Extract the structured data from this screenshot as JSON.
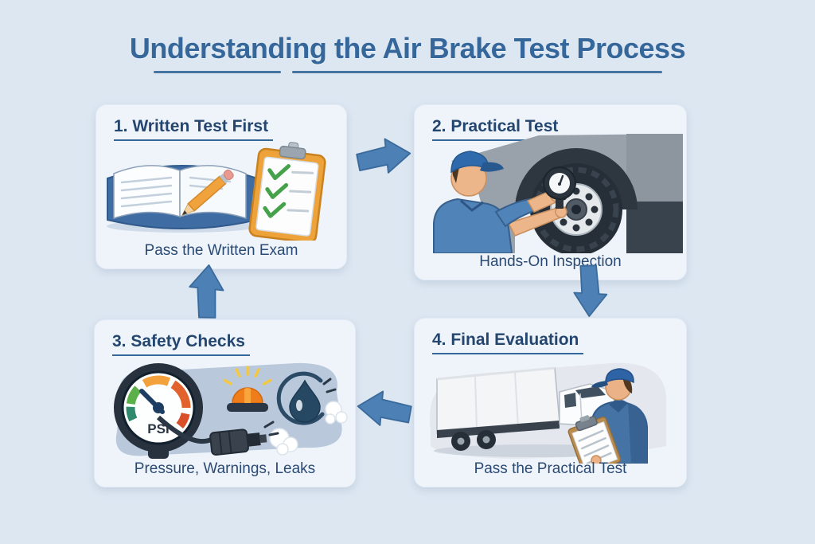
{
  "title": "Understanding the Air Brake Test Process",
  "steps": [
    {
      "heading": "1. Written Test First",
      "caption": "Pass the Written Exam",
      "illustration": "open-book-pencil-and-checklist-clipboard"
    },
    {
      "heading": "2. Practical Test",
      "caption": "Hands-On Inspection",
      "illustration": "mechanic-checking-truck-wheel-with-gauge"
    },
    {
      "heading": "3. Safety Checks",
      "caption": "Pressure, Warnings, Leaks",
      "gauge_label": "PSI",
      "illustration": "psi-gauge-warning-beacon-air-leak"
    },
    {
      "heading": "4. Final Evaluation",
      "caption": "Pass the Practical Test",
      "illustration": "inspector-with-clipboard-beside-truck"
    }
  ],
  "arrows": [
    {
      "name": "arrow-right",
      "from": "step-1",
      "to": "step-2"
    },
    {
      "name": "arrow-down",
      "from": "step-2",
      "to": "step-4"
    },
    {
      "name": "arrow-left",
      "from": "step-4",
      "to": "step-3"
    },
    {
      "name": "arrow-up",
      "from": "step-3",
      "to": "step-1"
    }
  ],
  "colors": {
    "page_bg": "#dde7f2",
    "card_bg": "#eff4fb",
    "title_color": "#35679a",
    "heading_color": "#24466e",
    "caption_color": "#2b4a73",
    "arrow_fill": "#4d80b4"
  }
}
